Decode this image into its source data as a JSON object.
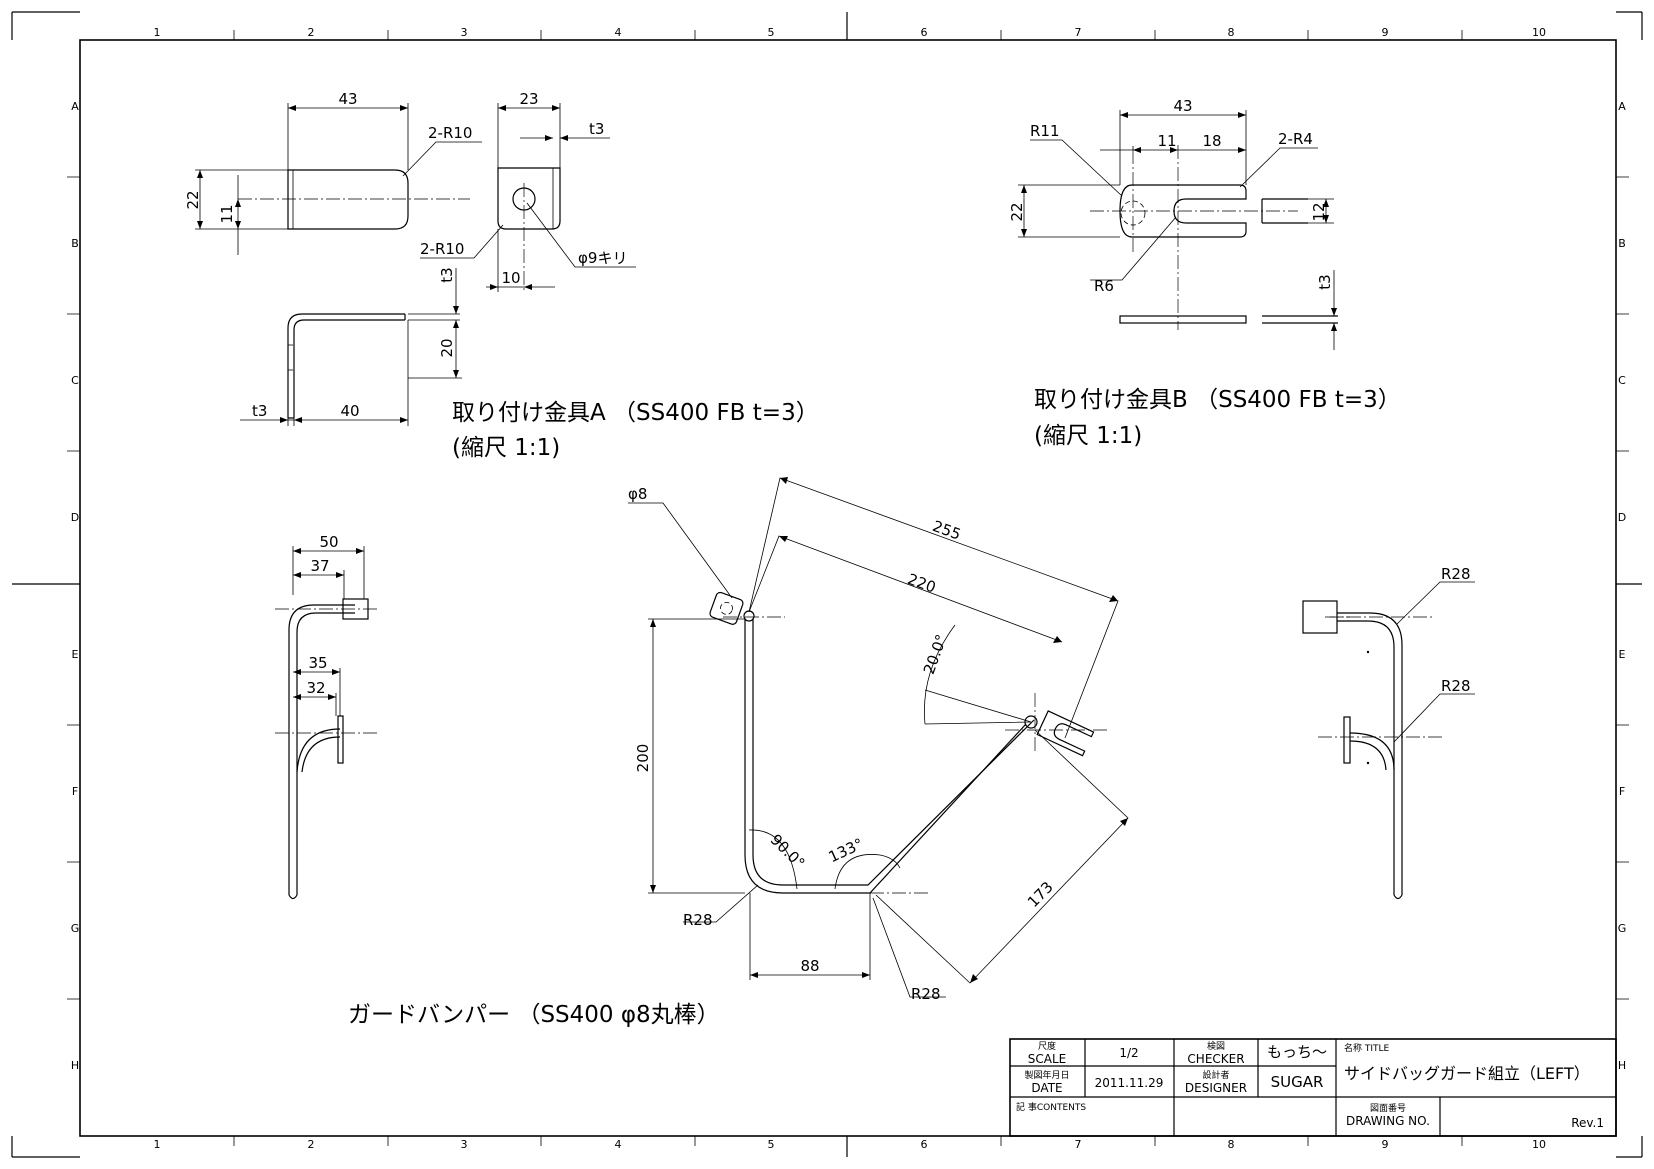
{
  "grid": {
    "columns": [
      "1",
      "2",
      "3",
      "4",
      "5",
      "6",
      "7",
      "8",
      "9",
      "10"
    ],
    "rows": [
      "A",
      "B",
      "C",
      "D",
      "E",
      "F",
      "G",
      "H"
    ]
  },
  "part_a": {
    "title": "取り付け金具A （SS400 FB t=3）",
    "scale": "(縮尺 1:1)",
    "dims": {
      "length_43": "43",
      "width_23": "23",
      "radius_top": "2-R10",
      "thickness_top": "t3",
      "height_22": "22",
      "half_11": "11",
      "radius_bottom": "2-R10",
      "hole": "φ9キリ",
      "offset_10": "10",
      "thickness_side": "t3",
      "height_20": "20",
      "thickness_left": "t3",
      "length_40": "40"
    }
  },
  "part_b": {
    "title": "取り付け金具B （SS400 FB t=3）",
    "scale": "(縮尺 1:1)",
    "dims": {
      "length_43": "43",
      "radius_r11": "R11",
      "len_11": "11",
      "len_18": "18",
      "radius_2r4": "2-R4",
      "height_22": "22",
      "slot_12": "12",
      "radius_r6": "R6",
      "thickness": "t3"
    }
  },
  "bumper": {
    "title": "ガードバンパー （SS400 φ8丸棒）",
    "dims": {
      "diameter": "φ8",
      "len_255": "255",
      "len_220": "220",
      "angle_20": "20.0°",
      "height_200": "200",
      "angle_90": "90.0°",
      "angle_133": "133°",
      "radius_left": "R28",
      "len_88": "88",
      "radius_right": "R28",
      "len_173": "173"
    }
  },
  "left_view": {
    "dims": {
      "d50": "50",
      "d37": "37",
      "d35": "35",
      "d32": "32"
    }
  },
  "right_view": {
    "dims": {
      "r_top": "R28",
      "r_mid": "R28"
    }
  },
  "title_block": {
    "scale_label_jp": "尺度",
    "scale_label_en": "SCALE",
    "scale_value": "1/2",
    "checker_label_jp": "検図",
    "checker_label_en": "CHECKER",
    "checker_value": "もっち～",
    "name_label": "名称 TITLE",
    "name_value": "サイドバッグガード組立（LEFT）",
    "date_label_jp": "製図年月日",
    "date_label_en": "DATE",
    "date_value": "2011.11.29",
    "designer_label_jp": "設計者",
    "designer_label_en": "DESIGNER",
    "designer_value": "SUGAR",
    "contents_label": "記 事CONTENTS",
    "drawing_no_label_jp": "図面番号",
    "drawing_no_label_en": "DRAWING NO.",
    "revision": "Rev.1"
  }
}
